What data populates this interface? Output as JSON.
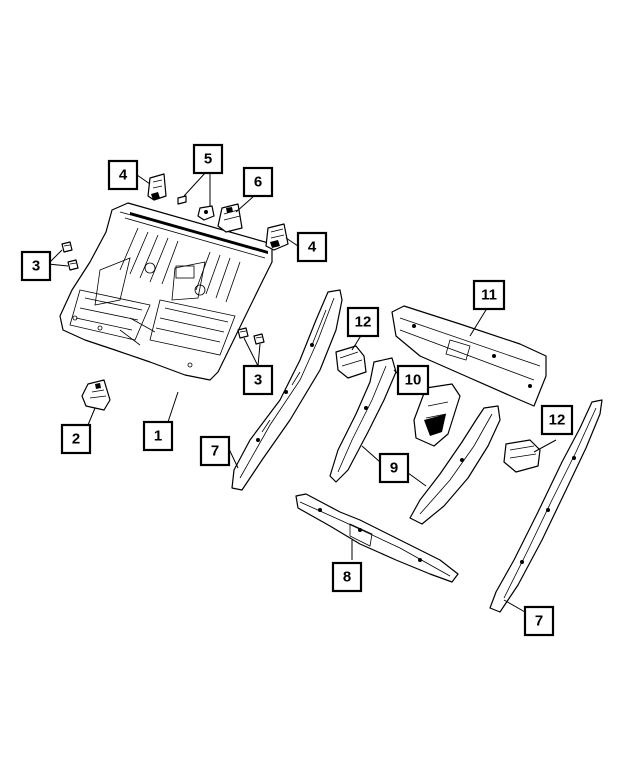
{
  "callouts": [
    {
      "id": "c1",
      "label": "1"
    },
    {
      "id": "c2",
      "label": "2"
    },
    {
      "id": "c3a",
      "label": "3"
    },
    {
      "id": "c3b",
      "label": "3"
    },
    {
      "id": "c4a",
      "label": "4"
    },
    {
      "id": "c4b",
      "label": "4"
    },
    {
      "id": "c5",
      "label": "5"
    },
    {
      "id": "c6",
      "label": "6"
    },
    {
      "id": "c7a",
      "label": "7"
    },
    {
      "id": "c7b",
      "label": "7"
    },
    {
      "id": "c8",
      "label": "8"
    },
    {
      "id": "c9",
      "label": "9"
    },
    {
      "id": "c10",
      "label": "10"
    },
    {
      "id": "c11",
      "label": "11"
    },
    {
      "id": "c12a",
      "label": "12"
    },
    {
      "id": "c12b",
      "label": "12"
    }
  ]
}
